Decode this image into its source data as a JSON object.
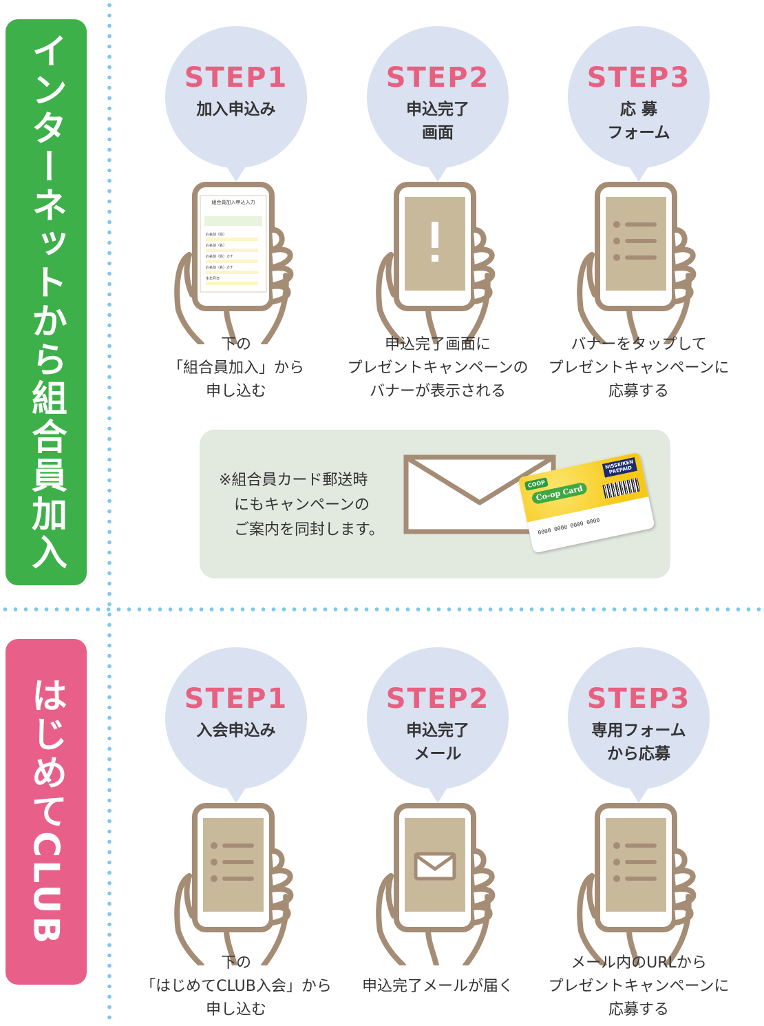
{
  "colors": {
    "green_tab": "#3db049",
    "pink_tab": "#e8608a",
    "step_label": "#e8607f",
    "bubble": "#dae1f1",
    "phone_stroke": "#a48c75",
    "screen": "#c8b99b",
    "notice_bg": "#e2e9df",
    "dotted_divider": "#7cc8ef"
  },
  "sections": {
    "internet": {
      "label": "インターネットから組合員加入",
      "steps": [
        {
          "label": "STEP1",
          "title": "加入申込み",
          "description": "下の\n「組合員加入」から\n申し込む",
          "screen_icon": "form-screenshot-icon"
        },
        {
          "label": "STEP2",
          "title": "申込完了\n画面",
          "description": "申込完了画面に\nプレゼントキャンペーンの\nバナーが表示される",
          "screen_icon": "exclamation-icon"
        },
        {
          "label": "STEP3",
          "title": "応 募\nフォーム",
          "description": "バナーをタップして\nプレゼントキャンペーンに\n応募する",
          "screen_icon": "list-icon"
        }
      ],
      "notice": {
        "text": "※組合員カード郵送時\n　にもキャンペーンの\n　ご案内を同封します。",
        "card": {
          "coop": "COOP",
          "logo": "Co-op Card",
          "prepaid": "NISSEIKEN\nPREPAID",
          "number": "0000 0000 0000 0000"
        }
      },
      "form_preview": {
        "title": "組合員加入申込入力",
        "rows": [
          "お名前（姓）",
          "お名前（名）",
          "お名前（姓）カナ",
          "お名前（名）カナ",
          "生年月日"
        ]
      }
    },
    "hajimete": {
      "label": "はじめてCLUB",
      "steps": [
        {
          "label": "STEP1",
          "title": "入会申込み",
          "description": "下の\n「はじめてCLUB入会」から\n申し込む",
          "screen_icon": "list-icon"
        },
        {
          "label": "STEP2",
          "title": "申込完了\nメール",
          "description": "申込完了メールが届く",
          "screen_icon": "mail-icon"
        },
        {
          "label": "STEP3",
          "title": "専用フォーム\nから応募",
          "description": "メール内のURLから\nプレゼントキャンペーンに\n応募する",
          "screen_icon": "list-icon"
        }
      ]
    }
  }
}
